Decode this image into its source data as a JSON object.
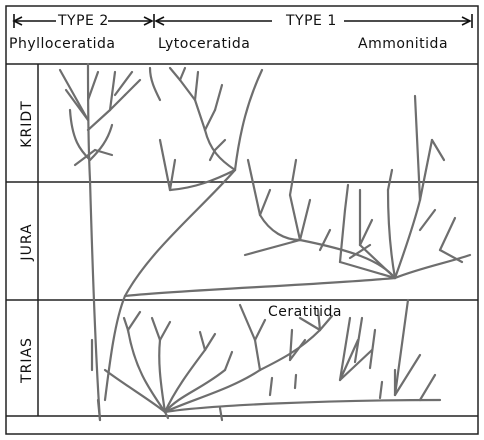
{
  "header": {
    "type2_label": "TYPE 2",
    "type1_label": "TYPE 1"
  },
  "clades": {
    "phylloceratida": "Phylloceratida",
    "lytoceratida": "Lytoceratida",
    "ammonitida": "Ammonitida",
    "ceratitida": "Ceratitida"
  },
  "periods": {
    "kridt": "KRIDT",
    "jura": "JURA",
    "trias": "TRIAS"
  },
  "colors": {
    "branch": "#6e6e6e",
    "border": "#222222"
  }
}
